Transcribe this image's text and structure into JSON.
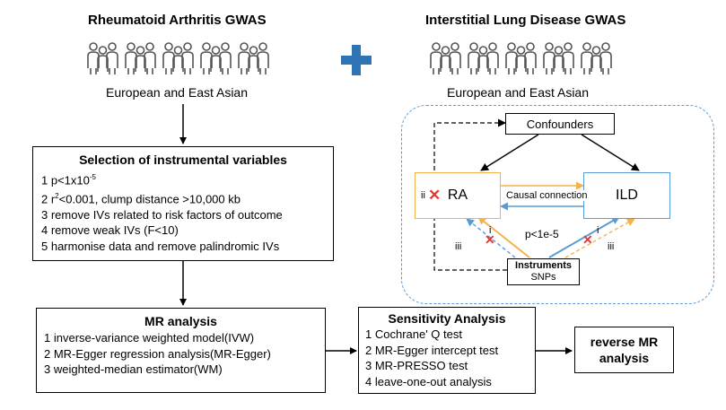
{
  "left_header": {
    "title": "Rheumatoid Arthritis GWAS",
    "population": "European and East Asian"
  },
  "right_header": {
    "title": "Interstitial Lung Disease GWAS",
    "population": "European and East Asian"
  },
  "icons": {
    "people_group": "people-group-icon",
    "plus": "plus-icon",
    "cross": "cross-mark-icon"
  },
  "colors": {
    "plus": "#2e75b6",
    "ra": "#f4b24a",
    "ild": "#5b9bd5",
    "cross": "#e53935"
  },
  "iv_selection": {
    "title": "Selection of instrumental variables",
    "item1_prefix": "1 p<1x10",
    "item1_exp": "-5",
    "item2_prefix": "2 r",
    "item2_sup": "2",
    "item2_rest": "<0.001, clump distance >10,000 kb",
    "item3": "3 remove IVs related to risk factors of outcome",
    "item4": "4 remove weak IVs (F<10)",
    "item5": "5 harmonise data and remove palindromic IVs"
  },
  "mr_analysis": {
    "title": "MR analysis",
    "items": [
      "1 inverse-variance weighted model(IVW)",
      "2 MR-Egger regression analysis(MR-Egger)",
      "3 weighted-median estimator(WM)"
    ]
  },
  "sensitivity": {
    "title": "Sensitivity Analysis",
    "items": [
      "1 Cochrane' Q test",
      "2 MR-Egger intercept test",
      "3 MR-PRESSO test",
      "4 leave-one-out analysis"
    ]
  },
  "reverse_mr": {
    "line1": "reverse MR",
    "line2": "analysis"
  },
  "dag": {
    "confounders": "Confounders",
    "ra": "RA",
    "ild": "ILD",
    "causal": "Causal connection",
    "instruments": "Instruments",
    "snps": "SNPs",
    "threshold": "p<1e-5",
    "label_i": "i",
    "label_ii": "ii",
    "label_iii": "iii"
  }
}
